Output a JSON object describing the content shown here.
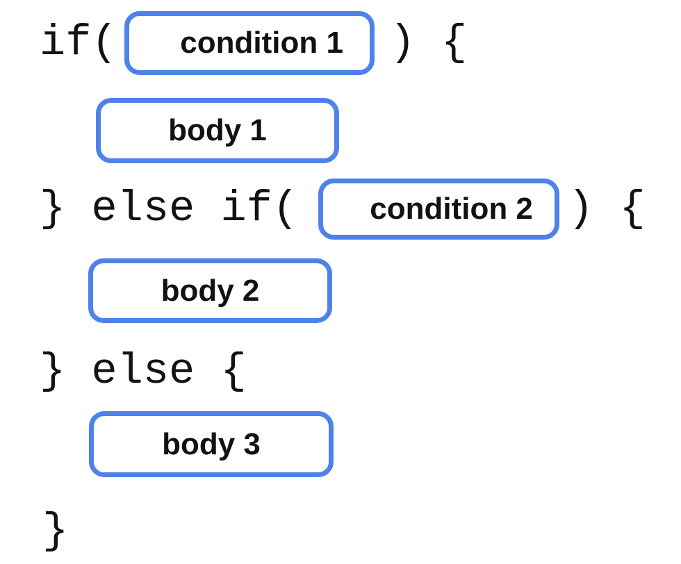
{
  "colors": {
    "accent": "#4e82ea",
    "text": "#121212",
    "background": "#ffffff"
  },
  "diagram": {
    "description_labels": {
      "line1": {
        "prefix": "if(",
        "box_label": "condition 1",
        "suffix": ") {"
      },
      "line2": {
        "box_label": "body 1"
      },
      "line3": {
        "prefix": "} else if(",
        "box_label": "condition 2",
        "suffix": ") {"
      },
      "line4": {
        "box_label": "body 2"
      },
      "line5": {
        "code": "} else {"
      },
      "line6": {
        "box_label": "body 3"
      },
      "line7": {
        "code": "}"
      }
    }
  }
}
